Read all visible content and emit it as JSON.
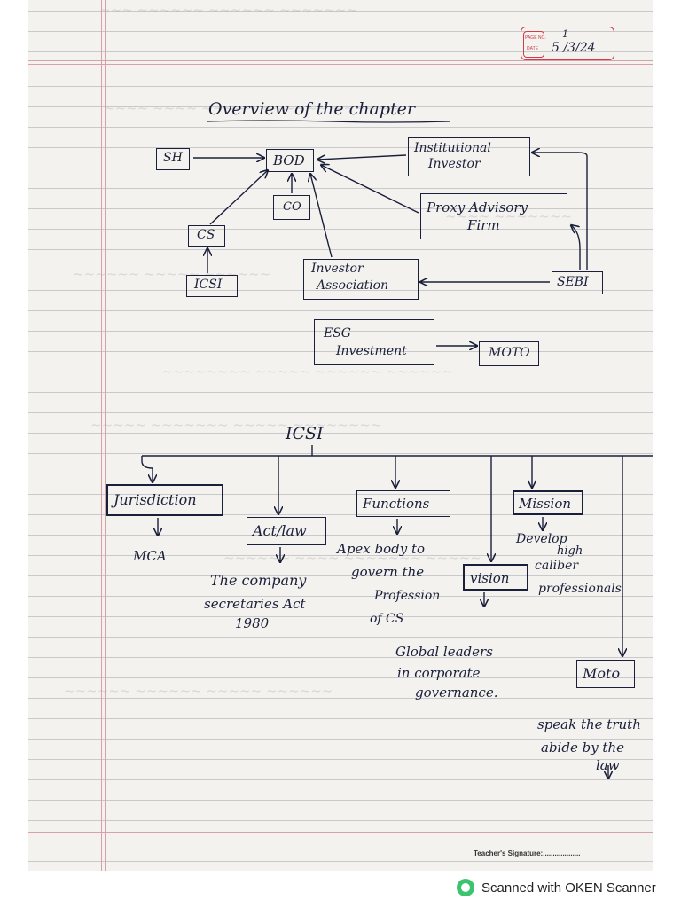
{
  "stamp": {
    "page_label": "PAGE NO.",
    "date_label": "DATE",
    "page_no": "1",
    "date": "5 /3/24"
  },
  "heading": "Overview of the chapter",
  "top_diagram": {
    "sh": "SH",
    "bod": "BOD",
    "institutional_line1": "Institutional",
    "institutional_line2": "Investor",
    "co": "CO",
    "cs": "CS",
    "proxy_line1": "Proxy Advisory",
    "proxy_line2": "Firm",
    "icsi": "ICSI",
    "investor_assoc_line1": "Investor",
    "investor_assoc_line2": "Association",
    "sebi": "SEBI",
    "esg_line1": "ESG",
    "esg_line2": "Investment",
    "moto": "MOTO"
  },
  "bottom_diagram": {
    "root": "ICSI",
    "jurisdiction": "Jurisdiction",
    "jurisdiction_value": "MCA",
    "act": "Act/law",
    "act_line1": "The company",
    "act_line2": "secretaries Act",
    "act_line3": "1980",
    "functions": "Functions",
    "functions_line1": "Apex body to",
    "functions_line2": "govern the",
    "functions_line3": "Profession",
    "functions_line4": "of CS",
    "mission": "Mission",
    "mission_line1": "Develop",
    "mission_line2": "high",
    "mission_line3": "caliber",
    "mission_line4": "professionals",
    "vision": "vision",
    "vision_line1": "Global leaders",
    "vision_line2": "in corporate",
    "vision_line3": "governance.",
    "moto": "Moto",
    "moto_line1": "speak the truth",
    "moto_line2": "abide by the",
    "moto_line3": "law"
  },
  "footer": {
    "teacher_signature": "Teacher's Signature:..................."
  },
  "scanner": {
    "text": "Scanned with OKEN Scanner"
  },
  "colors": {
    "ink": "#1a1f3a",
    "paper": "#f3f2ee",
    "stamp": "#d23b4b",
    "brand_green": "#3cc36d"
  }
}
